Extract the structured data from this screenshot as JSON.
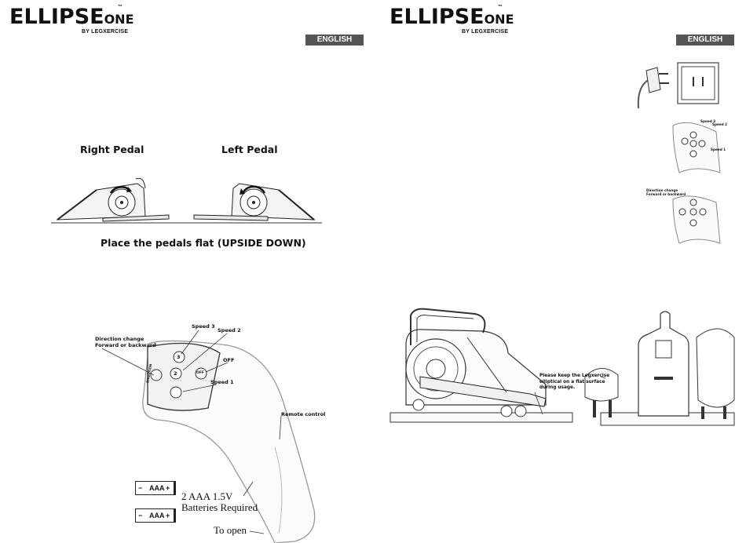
{
  "brand": {
    "name": "ELLIPSE",
    "suffix": "ONE",
    "trademark": "™",
    "byline": "BY LEGXERCISE"
  },
  "language_badge": "ENGLISH",
  "left_page": {
    "right_pedal": "Right Pedal",
    "left_pedal": "Left Pedal",
    "pedal_caption": "Place the pedals flat (UPSIDE DOWN)",
    "remote": {
      "direction_label_1": "Direction change",
      "direction_label_2": "Forward or backward",
      "speed3": "Speed 3",
      "speed2": "Speed 2",
      "off": "OFF",
      "speed1": "Speed 1",
      "remote_control": "Remote control",
      "battery_left": "AAA",
      "battery_minus": "−",
      "battery_plus": "+",
      "batteries_line1": "2 AAA 1.5V",
      "batteries_line2": "Batteries Required",
      "to_open": "To open",
      "direction_button": "DIRECTION",
      "button_3": "3",
      "button_2": "2",
      "button_off": "OFF"
    }
  },
  "right_page": {
    "remote_small": {
      "speed3": "Speed 3",
      "speed2": "Speed 2",
      "speed1": "Speed 1"
    },
    "remote_small_2": {
      "direction_1": "Direction change",
      "direction_2": "Forward or backward"
    },
    "flat_surface_note": "Please keep the Legxercise elliptical on a flat surface during usage."
  }
}
